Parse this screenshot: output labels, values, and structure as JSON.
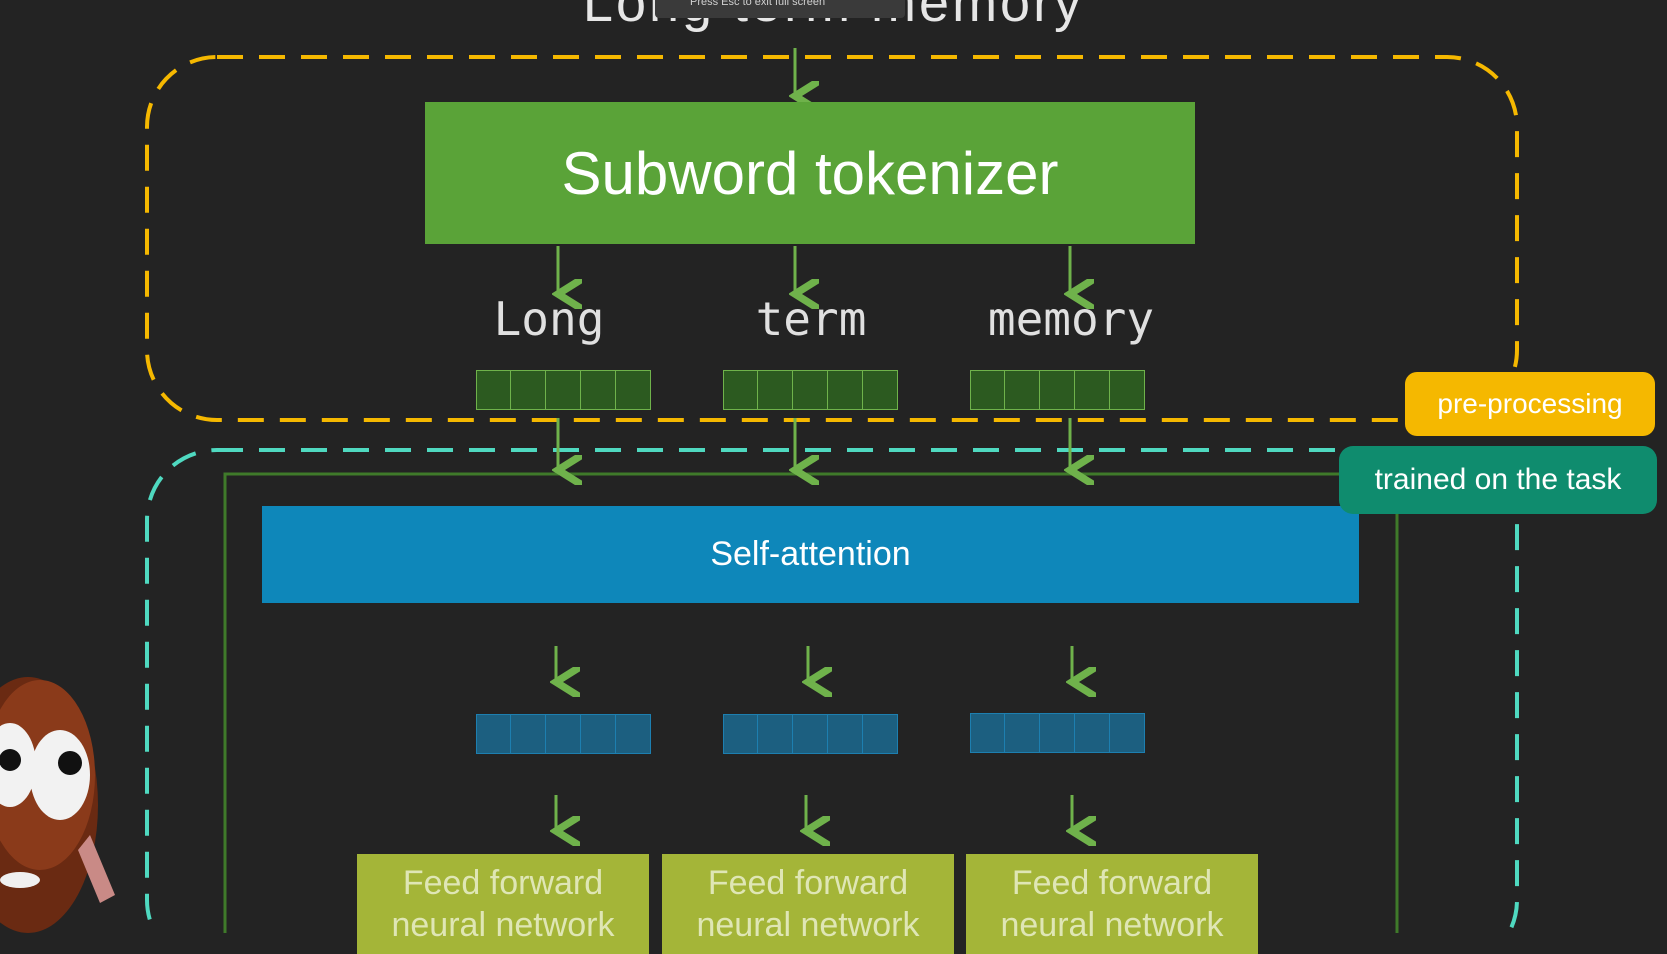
{
  "diagram": {
    "title": "Long term memory",
    "youtube_overlay": "Press  Esc  to exit full screen",
    "tokenizer_label": "Subword tokenizer",
    "tokens": [
      "Long",
      "term",
      "memory"
    ],
    "attention_label": "Self-attention",
    "ffn_labels": [
      "Feed forward neural network",
      "Feed forward neural network",
      "Feed forward neural network"
    ],
    "tag_preprocessing": "pre-processing",
    "tag_trained": "trained on the task"
  },
  "colors": {
    "background": "#232323",
    "tokenizer_green": "#5aa338",
    "arrow_green": "#6fb24b",
    "attention_blue": "#0e87ba",
    "ffn_olive": "#a4b538",
    "preprocessing_yellow": "#f5b800",
    "trained_teal": "#0f8c6e",
    "dashed_yellow": "#f5b800",
    "dashed_teal": "#4fd9c0"
  }
}
